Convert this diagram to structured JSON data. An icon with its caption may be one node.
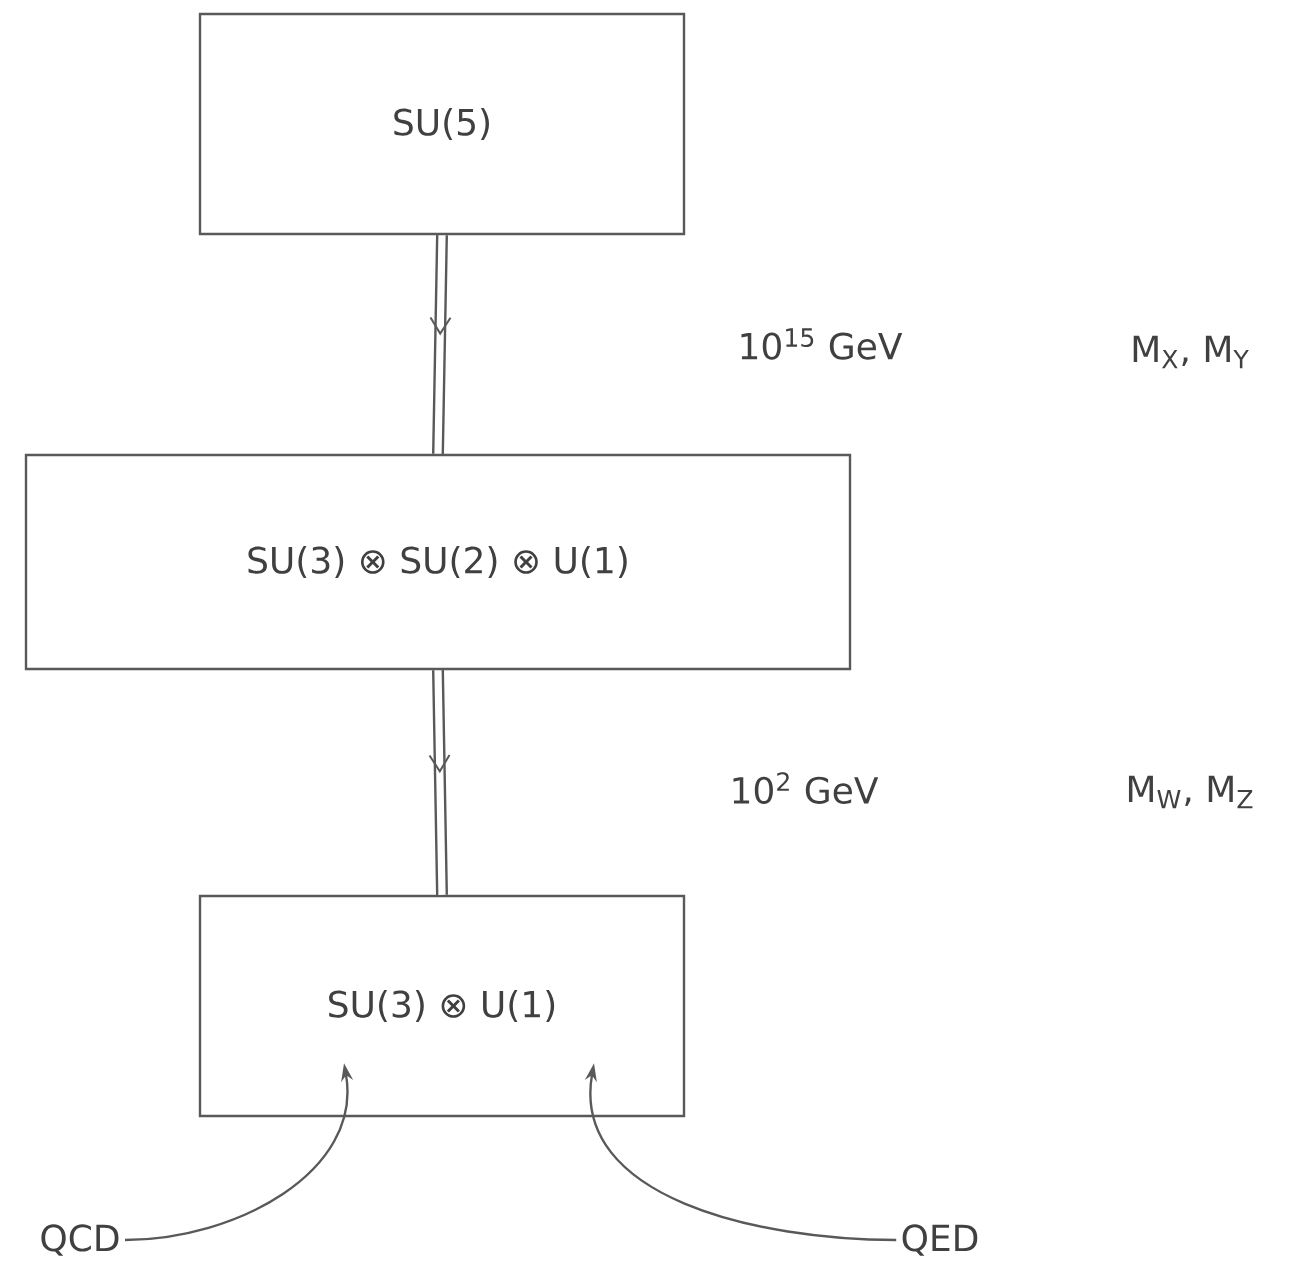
{
  "diagram": {
    "nodes": [
      {
        "text": [
          "SU(5)"
        ]
      },
      {
        "text": [
          "SU(3) ⊗ SU(2) ⊗ U(1)"
        ]
      },
      {
        "text": [
          "SU(3) ⊗ U(1)"
        ]
      },
      {
        "text": [
          "QCD"
        ]
      },
      {
        "text": [
          "QED"
        ]
      }
    ],
    "edges": [
      {
        "from": 0,
        "to": 1,
        "arrow": "to",
        "style": "thick"
      },
      {
        "from": 1,
        "to": 2,
        "arrow": "to",
        "style": "thick"
      },
      {
        "from": 3,
        "to": 2,
        "arrow": "to"
      },
      {
        "from": 4,
        "to": 2,
        "arrow": "to"
      }
    ],
    "labels": [
      "10$^{15}$ GeV",
      "M$_{X}$, M$_{Y}$",
      "10$^{2}$ GeV",
      "M$_{W}$, M$_{Z}$"
    ]
  }
}
